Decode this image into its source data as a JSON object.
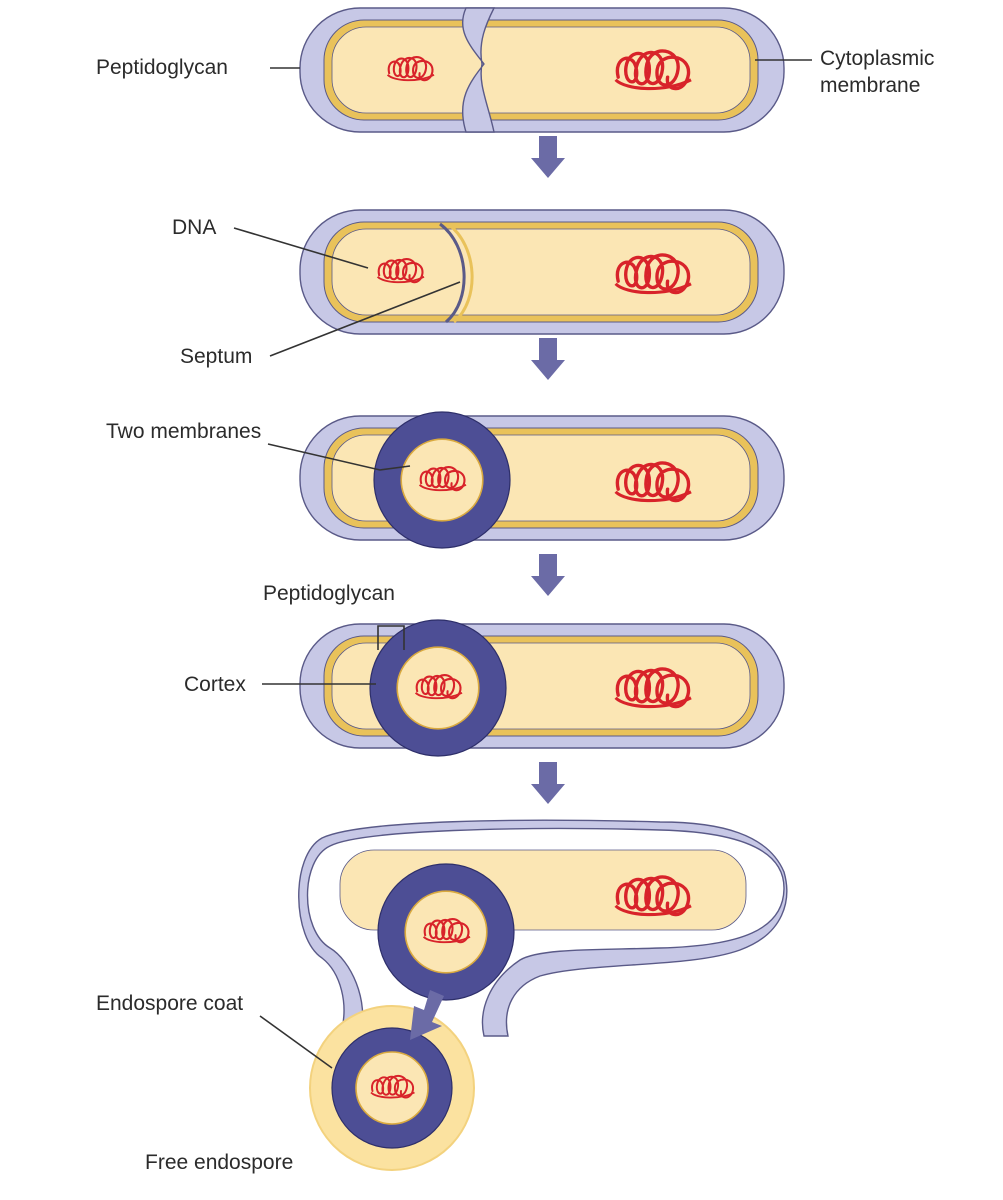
{
  "labels": {
    "peptidoglycan_top": "Peptidoglycan",
    "cytoplasmic": "Cytoplasmic",
    "membrane": "membrane",
    "dna": "DNA",
    "septum": "Septum",
    "two_membranes": "Two membranes",
    "peptidoglycan_stage4": "Peptidoglycan",
    "cortex": "Cortex",
    "endospore_coat": "Endospore coat",
    "free_endospore": "Free endospore"
  },
  "colors": {
    "cell_wall": "#c7c8e6",
    "cell_wall_outline": "#5a5a88",
    "cytoplasm": "#fbe6b4",
    "membrane": "#e9c25a",
    "dna": "#d8232a",
    "spore_ring": "#4d4e95",
    "spore_core": "#fbe6b4",
    "spore_coat": "#fbe2a0",
    "arrow": "#6b6ba6",
    "leader": "#333333"
  },
  "icons": {
    "arrow": "down-arrow-icon",
    "chromosome": "dna-coil-icon"
  }
}
